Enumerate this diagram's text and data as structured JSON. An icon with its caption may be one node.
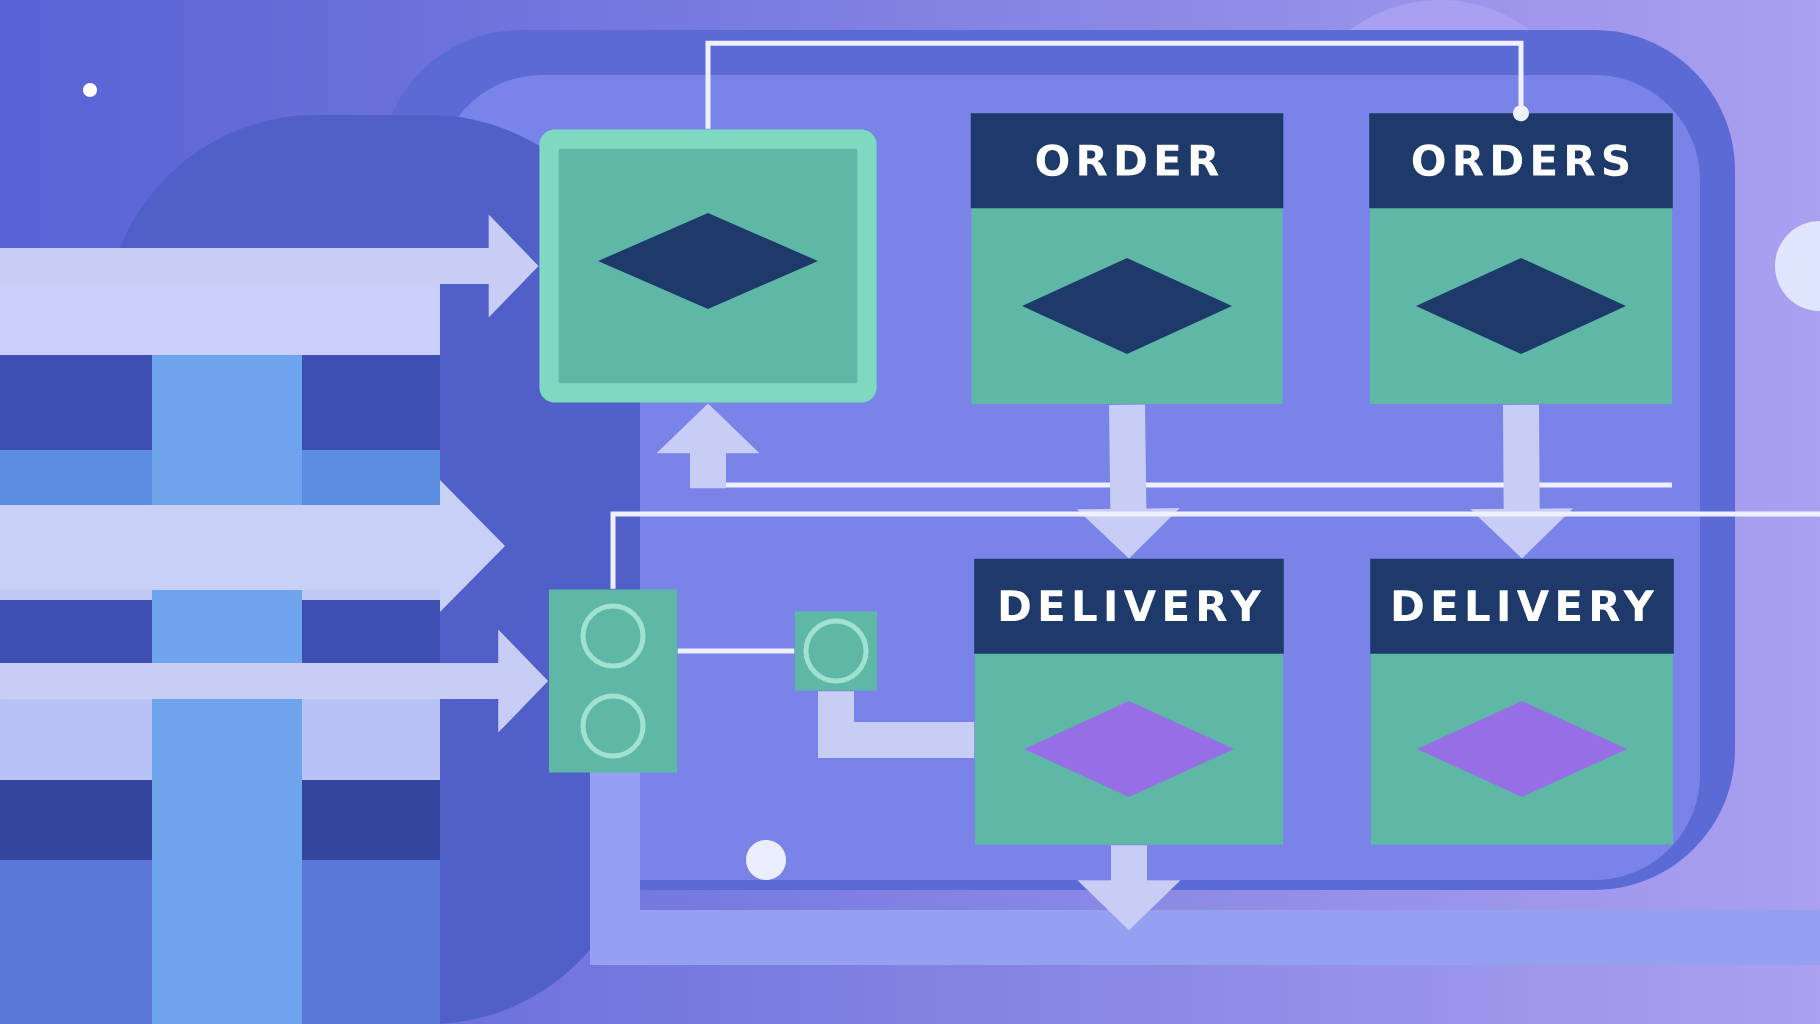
{
  "diagram": {
    "nodes": [
      {
        "text": [],
        "shape": "box"
      },
      {
        "text": [
          "ORDER"
        ]
      },
      {
        "text": [
          "ORDERS"
        ]
      },
      {
        "text": [
          "DELIVERY"
        ]
      },
      {
        "text": [
          "DELIVERY"
        ]
      },
      {
        "text": [],
        "shape": "box"
      },
      {
        "text": [],
        "shape": "box"
      }
    ],
    "edges": [
      {
        "from": 0,
        "to": 2,
        "arrow": "other",
        "color": "#eef0ff"
      },
      {
        "from": 1,
        "to": 3,
        "arrow": "to"
      },
      {
        "from": 2,
        "to": 4,
        "arrow": "to"
      },
      {
        "from": 3,
        "to": null,
        "arrow": "to"
      },
      {
        "from": null,
        "to": 0,
        "arrow": "to"
      },
      {
        "from": null,
        "to": 0,
        "arrow": "to"
      },
      {
        "from": null,
        "to": 5,
        "arrow": "to"
      },
      {
        "from": 5,
        "to": null,
        "arrow": "none",
        "color": "#eef0ff"
      },
      {
        "from": 5,
        "to": 6,
        "arrow": "none",
        "color": "#eef0ff"
      },
      {
        "from": 6,
        "to": 3,
        "arrow": "none"
      }
    ]
  }
}
